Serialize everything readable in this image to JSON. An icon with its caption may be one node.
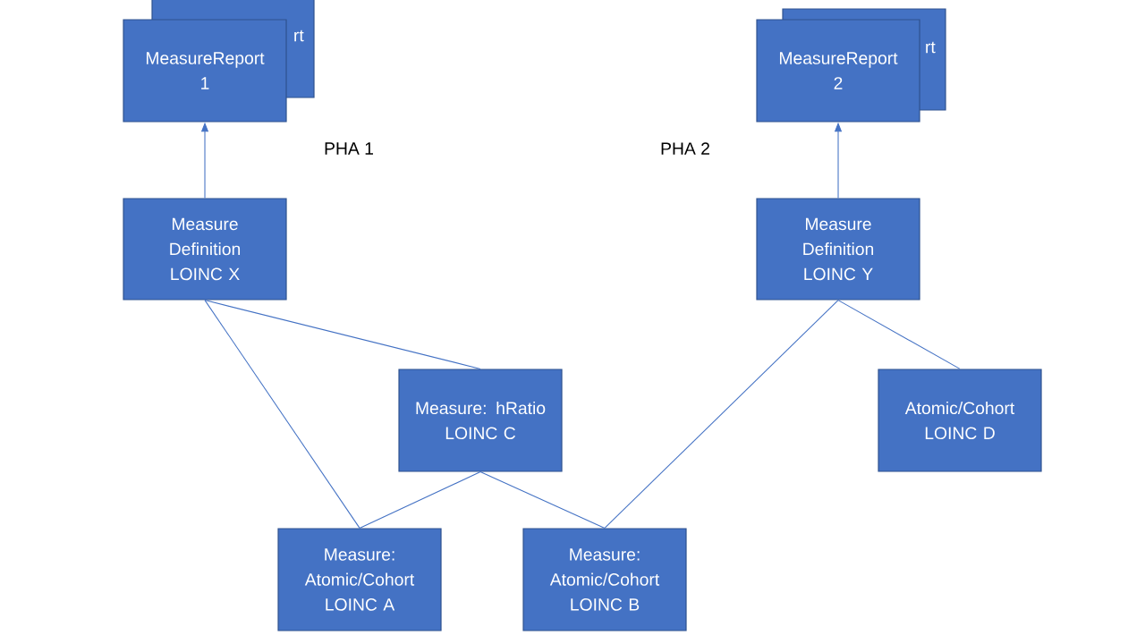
{
  "diagram": {
    "nodes": [
      {
        "text": [
          "MeasureReport 1"
        ]
      },
      {
        "text": [
          "MeasureReport 2"
        ]
      },
      {
        "text": [
          "Measure Definition LOINC X"
        ]
      },
      {
        "text": [
          "Measure Definition LOINC Y"
        ]
      },
      {
        "text": [
          "Measure: hRatio LOINC C"
        ]
      },
      {
        "text": [
          "Atomic/Cohort LOINC D"
        ]
      },
      {
        "text": [
          "Measure: Atomic/Cohort LOINC A"
        ]
      },
      {
        "text": [
          "Measure: Atomic/Cohort LOINC B"
        ]
      }
    ],
    "edges": [
      {
        "from": 2,
        "to": 0,
        "arrow": "to"
      },
      {
        "from": 3,
        "to": 1,
        "arrow": "to"
      },
      {
        "from": 2,
        "to": 6,
        "arrow": "none"
      },
      {
        "from": 2,
        "to": 4,
        "arrow": "none"
      },
      {
        "from": 4,
        "to": 6,
        "arrow": "none"
      },
      {
        "from": 4,
        "to": 7,
        "arrow": "none"
      },
      {
        "from": 3,
        "to": 7,
        "arrow": "none"
      },
      {
        "from": 3,
        "to": 5,
        "arrow": "none"
      }
    ],
    "labels": [
      "rt",
      "rt",
      "PHA 1",
      "PHA 2"
    ]
  }
}
